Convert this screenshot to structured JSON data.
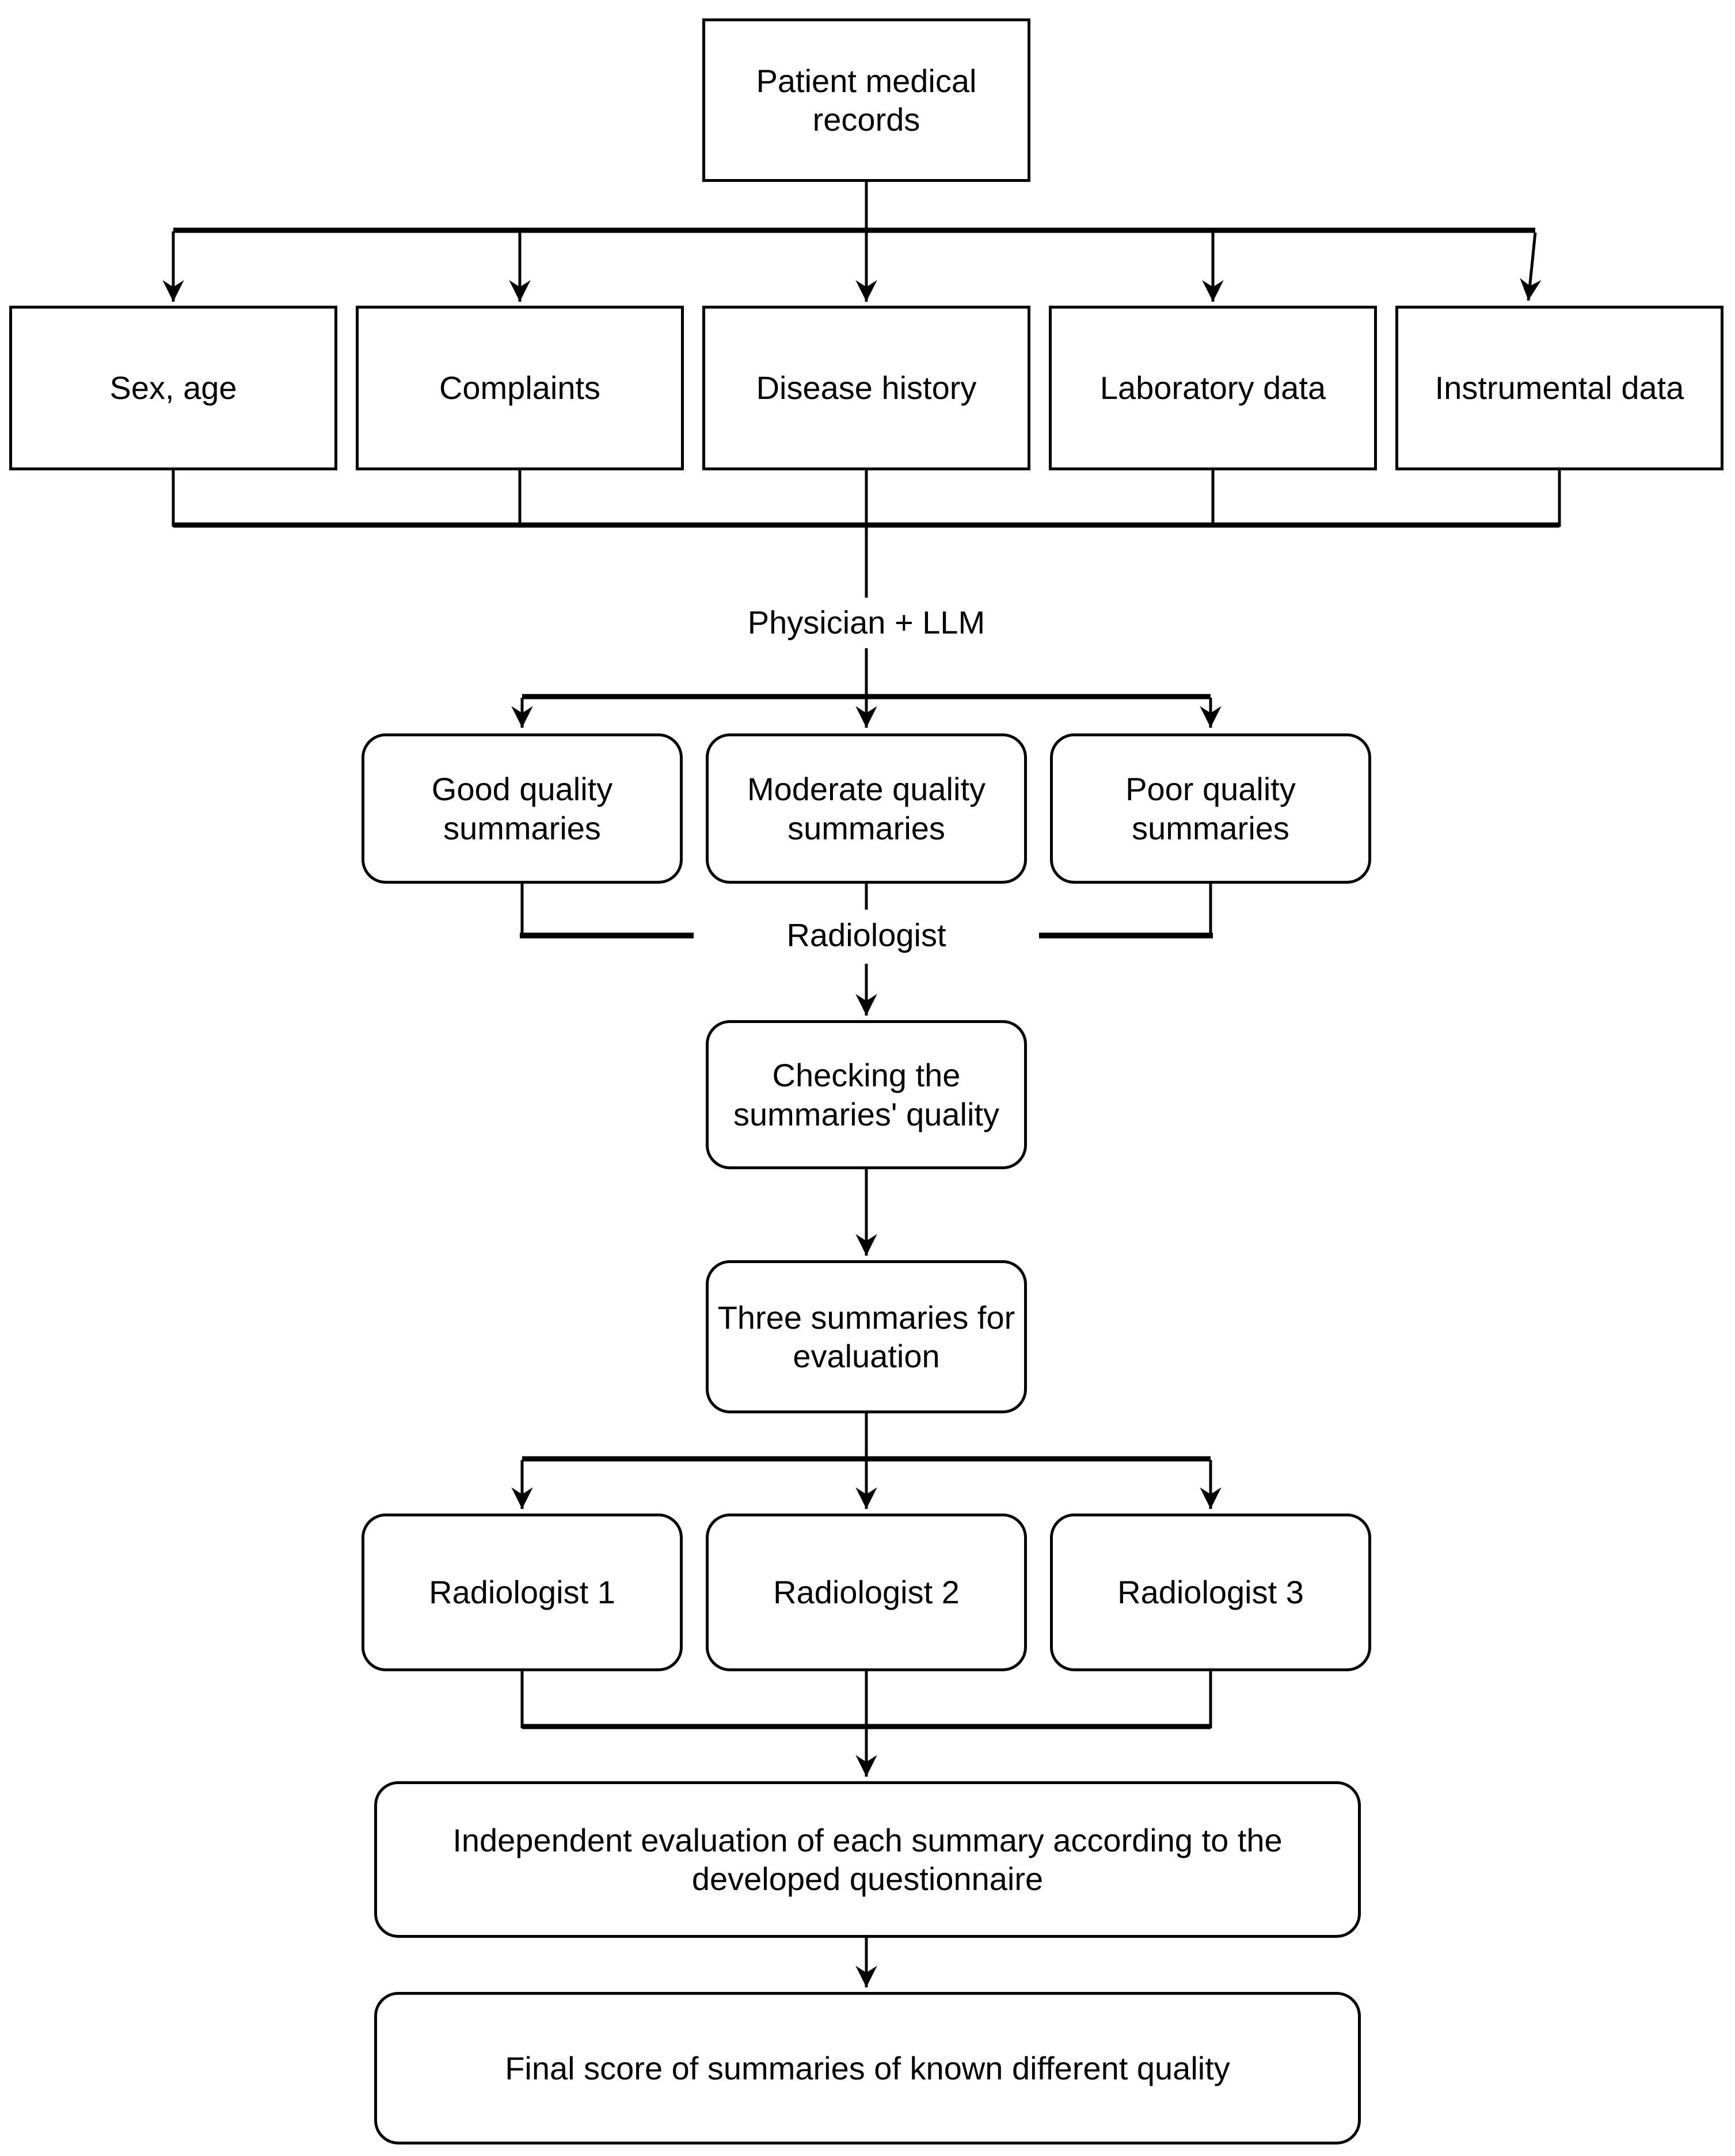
{
  "diagram": {
    "nodes": {
      "patient_records": {
        "label": "Patient medical\nrecords"
      },
      "sex_age": {
        "label": "Sex, age"
      },
      "complaints": {
        "label": "Complaints"
      },
      "disease_history": {
        "label": "Disease history"
      },
      "laboratory_data": {
        "label": "Laboratory data"
      },
      "instrumental_data": {
        "label": "Instrumental data"
      },
      "good_quality": {
        "label": "Good quality\nsummaries"
      },
      "moderate_quality": {
        "label": "Moderate quality\nsummaries"
      },
      "poor_quality": {
        "label": "Poor quality\nsummaries"
      },
      "checking_quality": {
        "label": "Checking the\nsummaries' quality"
      },
      "three_summaries": {
        "label": "Three summaries for\nevaluation"
      },
      "radiologist_1": {
        "label": "Radiologist 1"
      },
      "radiologist_2": {
        "label": "Radiologist 2"
      },
      "radiologist_3": {
        "label": "Radiologist 3"
      },
      "independent_evaluation": {
        "label": "Independent evaluation of each summary according to the\ndeveloped questionnaire"
      },
      "final_score": {
        "label": "Final score of summaries of known different quality"
      }
    },
    "edge_labels": {
      "physician_llm": "Physician + LLM",
      "radiologist": "Radiologist"
    },
    "colors": {
      "stroke": "#000000",
      "fill": "#ffffff",
      "background": "#ffffff",
      "text": "#000000"
    }
  }
}
